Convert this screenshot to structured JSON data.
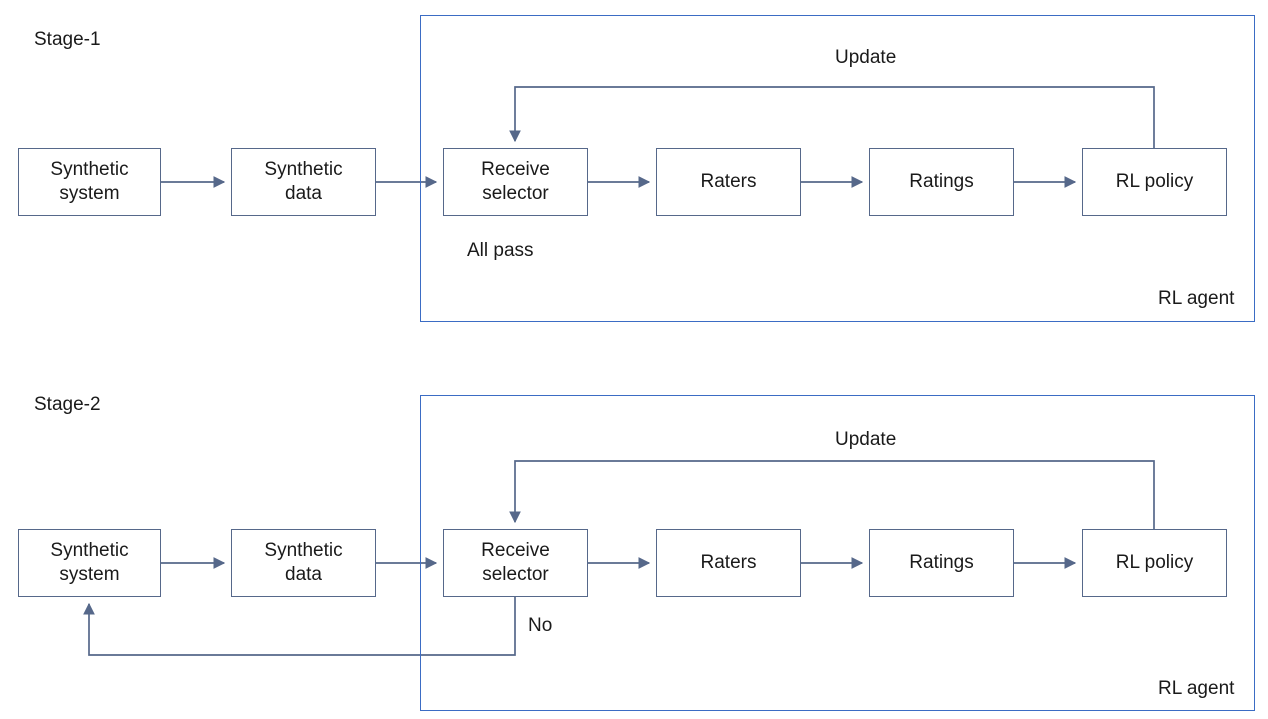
{
  "diagram": {
    "title_visible": false,
    "colors": {
      "node_border": "#56688a",
      "agent_border": "#3b6cc4",
      "arrow": "#56688a",
      "text": "#1a1a1a",
      "background": "#ffffff"
    },
    "stages": [
      {
        "id": "stage-1",
        "label": "Stage-1",
        "agent_label": "RL agent",
        "loop_label": "Update",
        "branch_label": "All pass",
        "nodes": [
          {
            "id": "synthetic-system",
            "label": "Synthetic\nsystem"
          },
          {
            "id": "synthetic-data",
            "label": "Synthetic\ndata"
          },
          {
            "id": "receive-selector",
            "label": "Receive\nselector"
          },
          {
            "id": "raters",
            "label": "Raters"
          },
          {
            "id": "ratings",
            "label": "Ratings"
          },
          {
            "id": "rl-policy",
            "label": "RL policy"
          }
        ],
        "edges": [
          {
            "from": "synthetic-system",
            "to": "synthetic-data",
            "label": ""
          },
          {
            "from": "synthetic-data",
            "to": "receive-selector",
            "label": ""
          },
          {
            "from": "receive-selector",
            "to": "raters",
            "label": "All pass"
          },
          {
            "from": "raters",
            "to": "ratings",
            "label": ""
          },
          {
            "from": "ratings",
            "to": "rl-policy",
            "label": ""
          },
          {
            "from": "rl-policy",
            "to": "receive-selector",
            "label": "Update"
          }
        ]
      },
      {
        "id": "stage-2",
        "label": "Stage-2",
        "agent_label": "RL agent",
        "loop_label": "Update",
        "branch_label": "No",
        "nodes": [
          {
            "id": "synthetic-system",
            "label": "Synthetic\nsystem"
          },
          {
            "id": "synthetic-data",
            "label": "Synthetic\ndata"
          },
          {
            "id": "receive-selector",
            "label": "Receive\nselector"
          },
          {
            "id": "raters",
            "label": "Raters"
          },
          {
            "id": "ratings",
            "label": "Ratings"
          },
          {
            "id": "rl-policy",
            "label": "RL policy"
          }
        ],
        "edges": [
          {
            "from": "synthetic-system",
            "to": "synthetic-data",
            "label": ""
          },
          {
            "from": "synthetic-data",
            "to": "receive-selector",
            "label": ""
          },
          {
            "from": "receive-selector",
            "to": "raters",
            "label": ""
          },
          {
            "from": "raters",
            "to": "ratings",
            "label": ""
          },
          {
            "from": "ratings",
            "to": "rl-policy",
            "label": ""
          },
          {
            "from": "rl-policy",
            "to": "receive-selector",
            "label": "Update"
          },
          {
            "from": "receive-selector",
            "to": "synthetic-system",
            "label": "No"
          }
        ]
      }
    ]
  }
}
